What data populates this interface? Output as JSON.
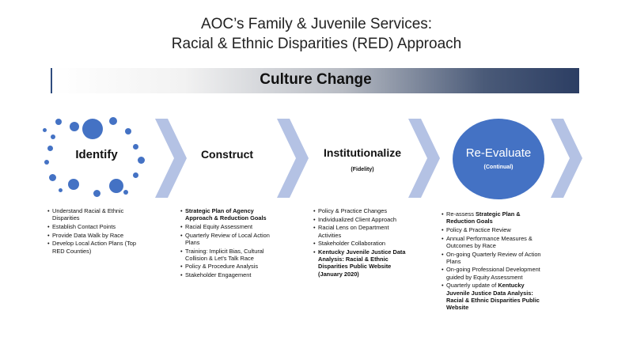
{
  "title": {
    "line1": "AOC’s Family & Juvenile Services:",
    "line2": "Racial & Ethnic Disparities (RED) Approach"
  },
  "banner": {
    "text": "Culture Change"
  },
  "colors": {
    "accent": "#4472c4",
    "chevron": "#b4c2e4",
    "banner_dark": "#2c3e63"
  },
  "icons": {
    "chevron": "chevron-right-icon",
    "dots": "dot-cluster-icon"
  },
  "stages": [
    {
      "name": "Identify",
      "subtitle": "",
      "items": [
        {
          "parts": [
            {
              "text": "Understand Racial & Ethnic Disparities",
              "bold": false
            }
          ]
        },
        {
          "parts": [
            {
              "text": "Establish Contact Points",
              "bold": false
            }
          ]
        },
        {
          "parts": [
            {
              "text": "Provide Data Walk by Race",
              "bold": false
            }
          ]
        },
        {
          "parts": [
            {
              "text": "Develop Local Action Plans (Top RED Counties)",
              "bold": false
            }
          ]
        }
      ]
    },
    {
      "name": "Construct",
      "subtitle": "",
      "items": [
        {
          "parts": [
            {
              "text": "Strategic Plan of Agency Approach & Reduction Goals",
              "bold": true
            }
          ]
        },
        {
          "parts": [
            {
              "text": "Racial Equity Assessment",
              "bold": false
            }
          ]
        },
        {
          "parts": [
            {
              "text": "Quarterly Review of Local Action Plans",
              "bold": false
            }
          ]
        },
        {
          "parts": [
            {
              "text": "Training: Implicit Bias, Cultural Collision & Let’s Talk Race",
              "bold": false
            }
          ]
        },
        {
          "parts": [
            {
              "text": "Policy & Procedure Analysis",
              "bold": false
            }
          ]
        },
        {
          "parts": [
            {
              "text": "Stakeholder Engagement",
              "bold": false
            }
          ]
        }
      ]
    },
    {
      "name": "Institutionalize",
      "subtitle": "(Fidelity)",
      "items": [
        {
          "parts": [
            {
              "text": "Policy & Practice Changes",
              "bold": false
            }
          ]
        },
        {
          "parts": [
            {
              "text": "Individualized Client Approach",
              "bold": false
            }
          ]
        },
        {
          "parts": [
            {
              "text": "Racial Lens on Department Activities",
              "bold": false
            }
          ]
        },
        {
          "parts": [
            {
              "text": "Stakeholder Collaboration",
              "bold": false
            }
          ]
        },
        {
          "parts": [
            {
              "text": "Kentucky Juvenile Justice Data Analysis: Racial & Ethnic Disparities Public Website (January 2020)",
              "bold": true
            }
          ]
        }
      ]
    },
    {
      "name": "Re-Evaluate",
      "subtitle": "(Continual)",
      "items": [
        {
          "parts": [
            {
              "text": "Re-assess ",
              "bold": false
            },
            {
              "text": "Strategic Plan & Reduction Goals",
              "bold": true
            }
          ]
        },
        {
          "parts": [
            {
              "text": "Policy & Practice Review",
              "bold": false
            }
          ]
        },
        {
          "parts": [
            {
              "text": "Annual Performance Measures & Outcomes by Race",
              "bold": false
            }
          ]
        },
        {
          "parts": [
            {
              "text": "On-going Quarterly Review of Action Plans",
              "bold": false
            }
          ]
        },
        {
          "parts": [
            {
              "text": "On-going Professional Development guided by Equity Assessment",
              "bold": false
            }
          ]
        },
        {
          "parts": [
            {
              "text": "Quarterly update of ",
              "bold": false
            },
            {
              "text": "Kentucky Juvenile Justice Data Analysis: Racial & Ethnic Disparities Public Website",
              "bold": true
            }
          ]
        }
      ]
    }
  ]
}
